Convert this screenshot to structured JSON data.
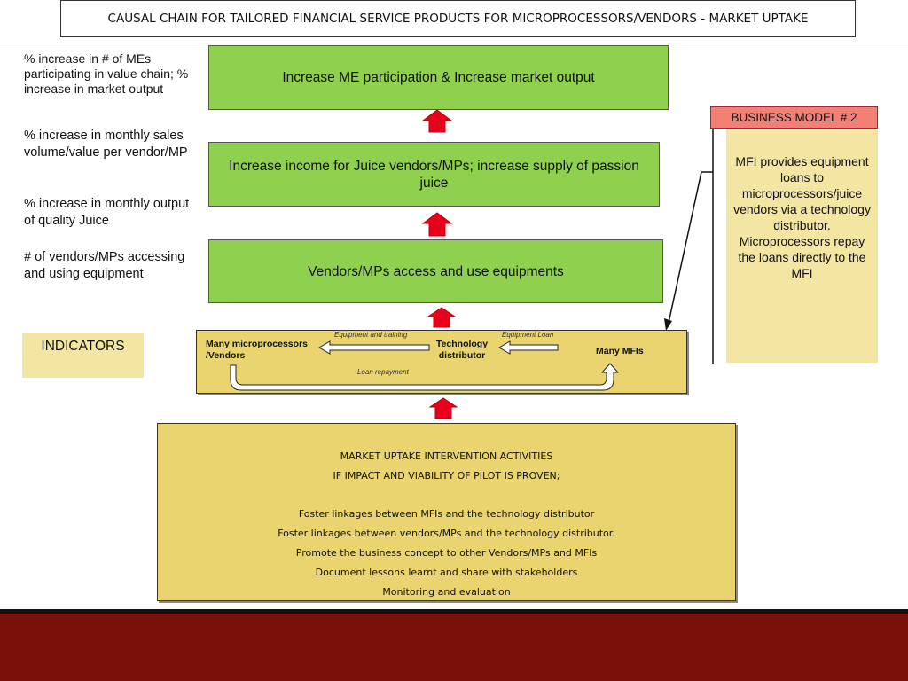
{
  "title": "CAUSAL CHAIN FOR TAILORED FINANCIAL SERVICE PRODUCTS FOR MICROPROCESSORS/VENDORS - MARKET  UPTAKE",
  "chain": {
    "box1": "Increase ME participation & Increase market output",
    "box2": "Increase income for  Juice vendors/MPs; increase supply of passion juice",
    "box3": "Vendors/MPs access and use equipments"
  },
  "indicators": {
    "i1": "% increase in # of MEs participating in value chain; % increase in market output",
    "i2": "% increase in monthly sales volume/value per vendor/MP",
    "i3": "% increase in monthly output of quality Juice",
    "i4": "# of vendors/MPs accessing and using equipment",
    "label": "INDICATORS"
  },
  "business_model": {
    "header": "BUSINESS MODEL # 2",
    "description": "MFI provides equipment loans to microprocessors/juice vendors via a technology distributor. Microprocessors repay the loans directly to the MFI"
  },
  "model_diagram": {
    "actor_left": "Many microprocessors /Vendors",
    "actor_mid": "Technology distributor",
    "actor_right": "Many MFIs",
    "flow_training": "Equipment and training",
    "flow_loan": "Equipment Loan",
    "flow_repayment": "Loan repayment"
  },
  "activities": {
    "heading": "MARKET  UPTAKE  INTERVENTION ACTIVITIES",
    "condition": "IF IMPACT AND VIABILITY OF PILOT IS PROVEN;",
    "items": [
      "Foster linkages between  MFIs and the technology  distributor",
      "Foster linkages between  vendors/MPs and the technology distributor.",
      "Promote the business concept to other  Vendors/MPs and MFIs",
      "Document lessons learnt and share with stakeholders",
      "Monitoring and evaluation"
    ]
  },
  "colors": {
    "green_box": "#8fd14f",
    "yellow_box": "#e9d46f",
    "pale_yellow": "#f3e5a2",
    "red_arrow": "#e8001c",
    "salmon_header": "#f28074",
    "footer": "#7a100c"
  }
}
